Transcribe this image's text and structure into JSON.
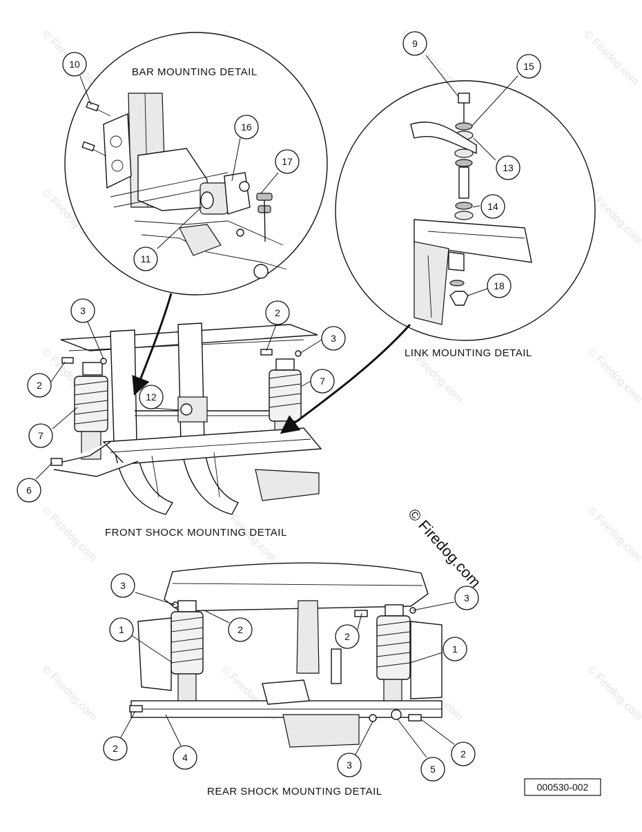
{
  "captions": {
    "bar": "BAR MOUNTING DETAIL",
    "link": "LINK MOUNTING DETAIL",
    "front": "FRONT SHOCK MOUNTING DETAIL",
    "rear": "REAR SHOCK MOUNTING DETAIL"
  },
  "watermark": "© Firedog.com",
  "doc_number": "000530-002",
  "callouts": {
    "bar": [
      "10",
      "16",
      "17",
      "11"
    ],
    "link": [
      "9",
      "15",
      "13",
      "14",
      "18"
    ],
    "front": [
      "3",
      "2",
      "3",
      "2",
      "7",
      "12",
      "7",
      "6"
    ],
    "rear": [
      "3",
      "3",
      "2",
      "2",
      "1",
      "1",
      "2",
      "4",
      "3",
      "5",
      "2"
    ]
  }
}
